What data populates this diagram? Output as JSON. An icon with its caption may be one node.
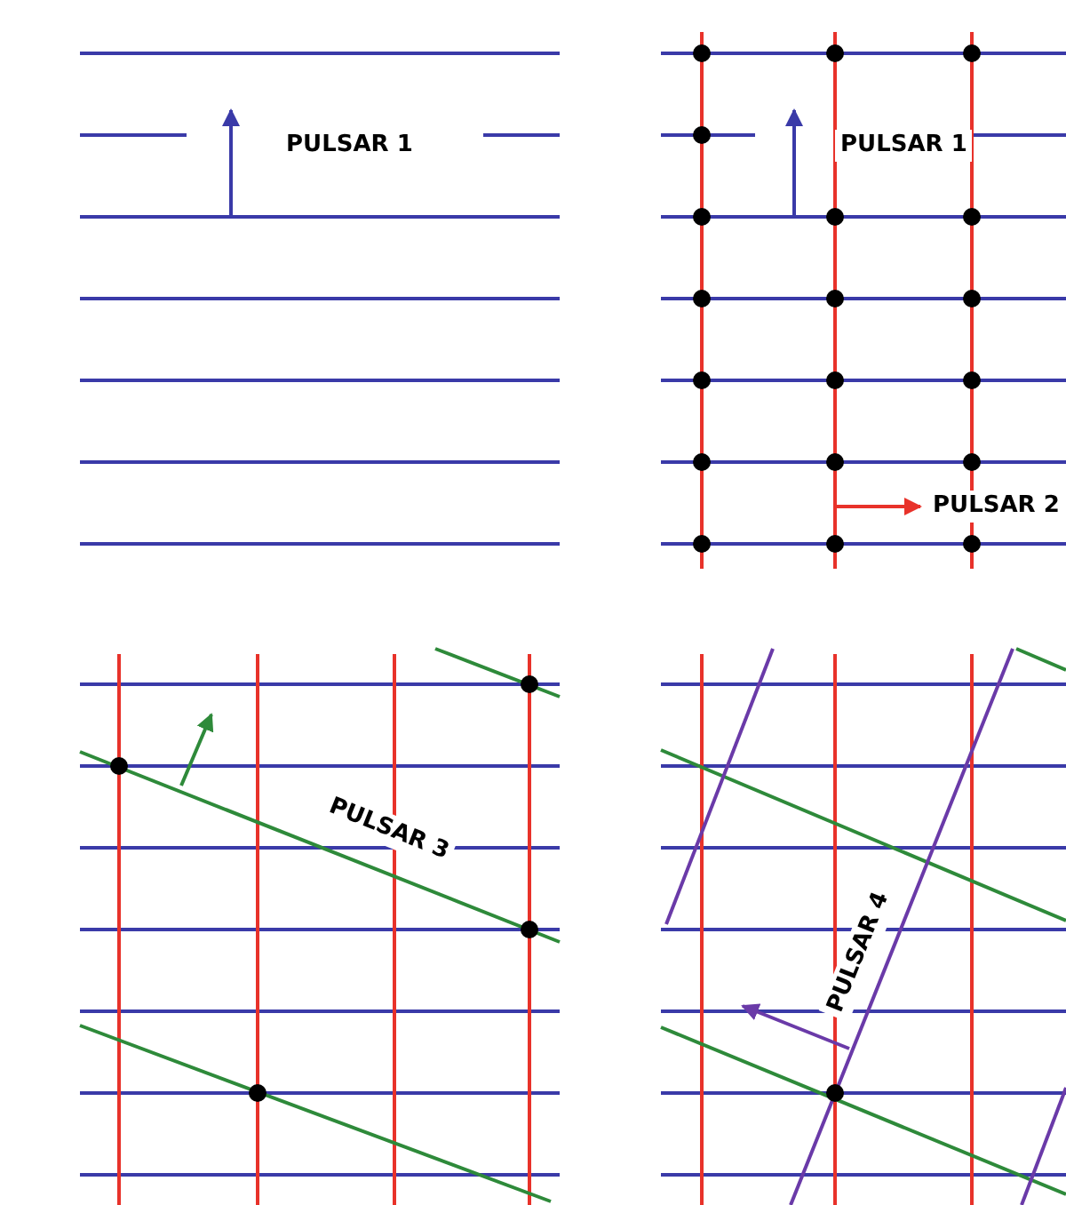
{
  "diagram": {
    "labels": [
      "PULSAR 1",
      "PULSAR 1",
      "PULSAR 2",
      "PULSAR 3",
      "PULSAR 4"
    ]
  }
}
